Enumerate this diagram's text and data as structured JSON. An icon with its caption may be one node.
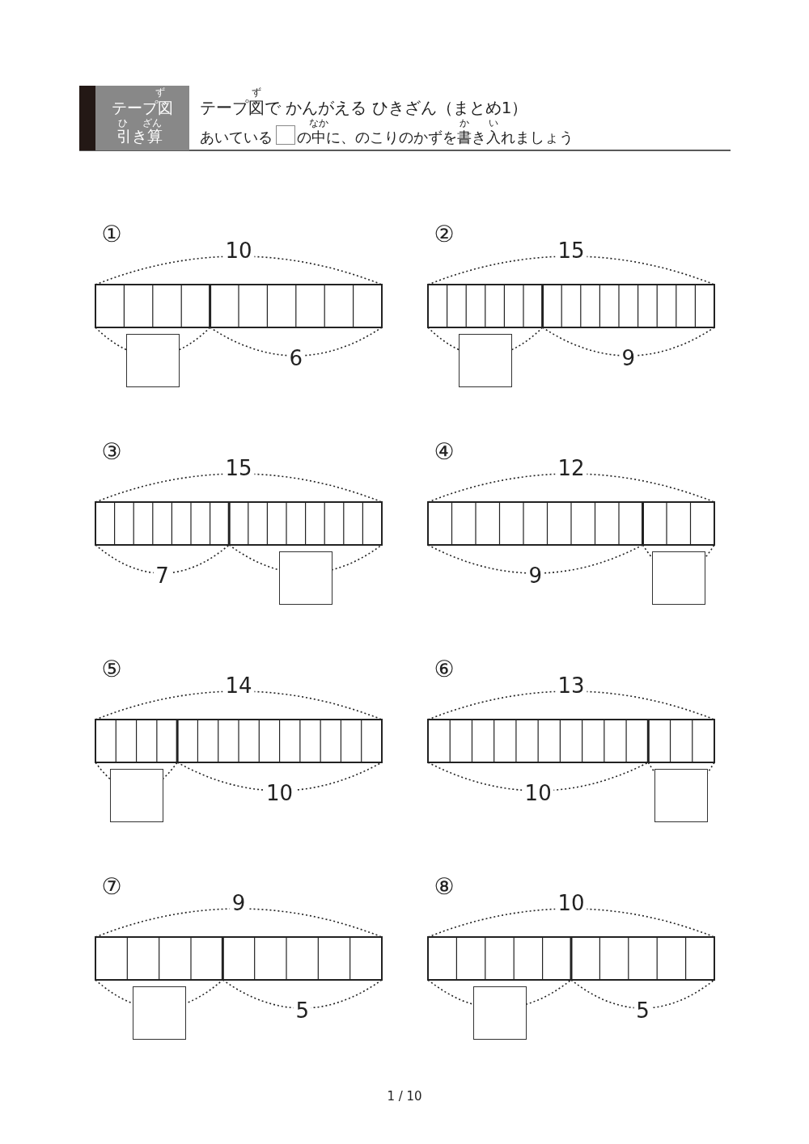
{
  "diagram": {
    "title": "テープ図で かんがえる ひきざん（まとめ1）",
    "nodes": [
      {
        "text": [],
        "shape": "box"
      },
      {
        "text": [],
        "shape": "box"
      },
      {
        "text": [],
        "shape": "box"
      },
      {
        "text": [],
        "shape": "box"
      },
      {
        "text": [],
        "shape": "box"
      },
      {
        "text": [],
        "shape": "box"
      },
      {
        "text": [],
        "shape": "box"
      },
      {
        "text": [],
        "shape": "box"
      }
    ],
    "labels": [
      "ず",
      "テープ図",
      "ひ",
      "ざん",
      "引き算",
      "ず",
      "なか",
      "か",
      "い",
      "あいている",
      "の中に、のこりのかずを書き入れましょう",
      "①",
      "10",
      "6",
      "②",
      "15",
      "9",
      "③",
      "15",
      "7",
      "④",
      "12",
      "9",
      "⑤",
      "14",
      "10",
      "⑥",
      "13",
      "10",
      "⑦",
      "9",
      "5",
      "⑧",
      "10",
      "5",
      "1 / 10"
    ]
  }
}
